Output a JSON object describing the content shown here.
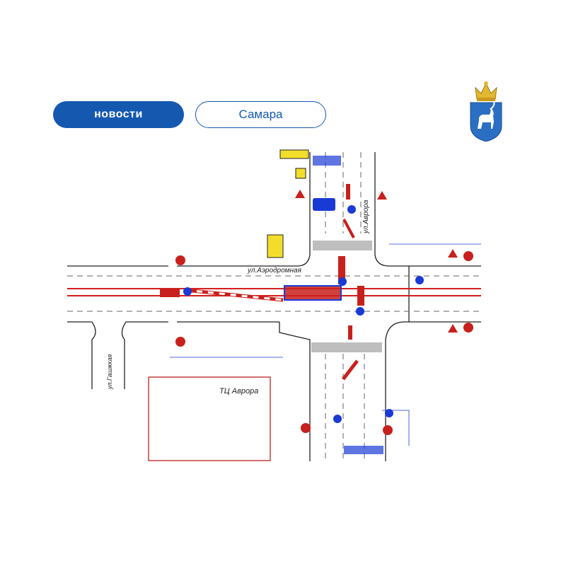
{
  "header": {
    "category_label": "новости",
    "city_label": "Самара",
    "accent_color": "#1458b0"
  },
  "scheme": {
    "street_horizontal": "ул.Аэродромная",
    "street_vertical_right": "ул.Аврора",
    "street_vertical_left": "ул.Гашжкая",
    "mall_label": "ТЦ Аврора",
    "track_color": "#d41e1e",
    "sign_color": "#c8201c",
    "marker_color": "#1a3ad6"
  }
}
